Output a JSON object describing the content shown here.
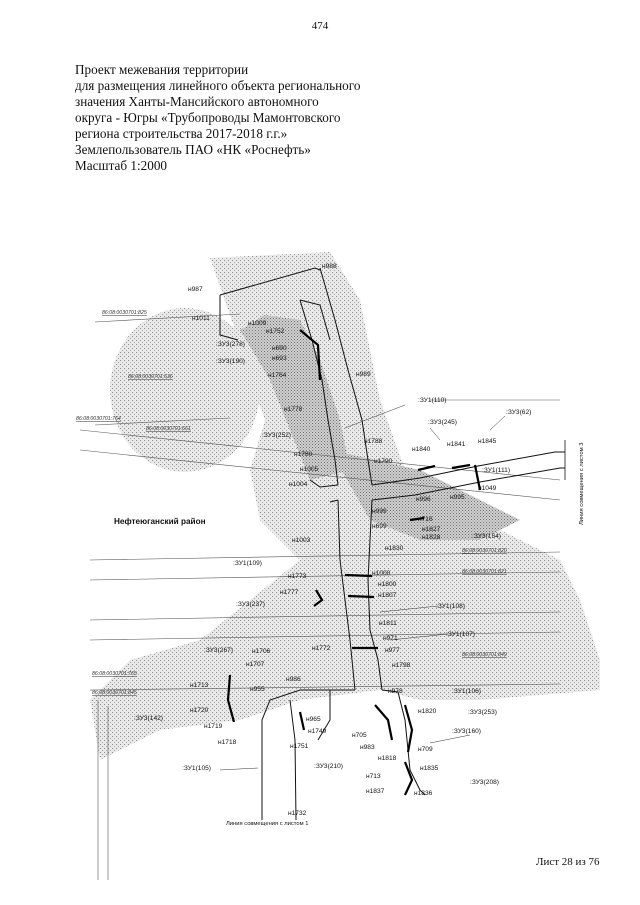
{
  "page_number": "474",
  "title_lines": [
    "Проект межевания территории",
    "для размещения линейного объекта регионального",
    "значения Ханты-Мансийского автономного",
    "округа - Югры «Трубопроводы Мамонтовского",
    "региона строительства 2017-2018 г.г.»",
    "Землепользователь ПАО «НК «Роснефть»",
    "Масштаб 1:2000"
  ],
  "district": "Нефтеюганский район",
  "match_line_bottom": "Линия совмещения с листом 1",
  "match_line_right": "Линия совмещения с листом 3",
  "sheet": "Лист 28 из 76",
  "cadastral": [
    "86:08:0030701:825",
    "86:08:0030701:536",
    "86:08:0030701:764",
    "86:08:0030701:661",
    "86:08:0030701:820",
    "86:08:0030701:821",
    "86:08:0030701:849",
    "86:08:0030701:765",
    "86:08:0030701:845"
  ],
  "zones": [
    ":ЗУ3(278)",
    ":ЗУ3(190)",
    ":ЗУ1(110)",
    ":ЗУ3(245)",
    ":ЗУ3(62)",
    ":ЗУ3(252)",
    ":ЗУ1(111)",
    ":ЗУ3(154)",
    ":ЗУ1(109)",
    ":ЗУ3(237)",
    ":ЗУ1(108)",
    ":ЗУ1(107)",
    ":ЗУ3(267)",
    ":ЗУ1(106)",
    ":ЗУ3(142)",
    ":ЗУ3(253)",
    ":ЗУ3(160)",
    ":ЗУ1(105)",
    ":ЗУ3(210)",
    ":ЗУ3(208)"
  ],
  "points": [
    "н988",
    "н987",
    "н1011",
    "н1009",
    "н1752",
    "н690",
    "н693",
    "н1764",
    "н989",
    "н1778",
    "н1788",
    "н1780",
    "н1790",
    "н1840",
    "н1841",
    "н1845",
    "н1005",
    "н1004",
    "н1049",
    "н996",
    "н995",
    "н999",
    "н716",
    "н699",
    "н1827",
    "н1828",
    "н1830",
    "н1003",
    "н1000",
    "н1773",
    "н1800",
    "н1777",
    "н1807",
    "н1811",
    "н971",
    "н977",
    "н1798",
    "н1706",
    "н1772",
    "н1707",
    "н1713",
    "н986",
    "н955",
    "н978",
    "н1720",
    "н1820",
    "н965",
    "н1719",
    "н1749",
    "н705",
    "н1718",
    "н1751",
    "н983",
    "н709",
    "н1818",
    "н1835",
    "н713",
    "н1837",
    "н1836",
    "н1732"
  ]
}
